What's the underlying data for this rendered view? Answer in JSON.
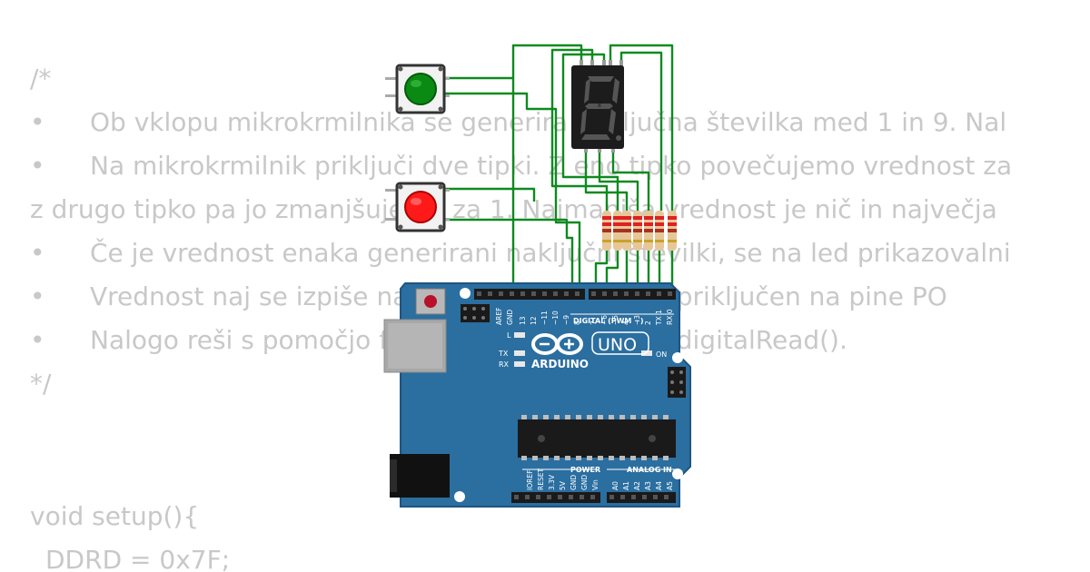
{
  "code": {
    "lines": [
      {
        "bullet": "",
        "text": "/*"
      },
      {
        "bullet": "•",
        "text": "Ob vklopu mikrokrmilnika se generira naključna številka med 1 in 9. Nal"
      },
      {
        "bullet": "•",
        "text": "Na mikrokrmilnik priključi dve tipki. Z eno tipko povečujemo vrednost za"
      },
      {
        "bullet": "",
        "text": "z drugo tipko pa jo zmanjšujemo za 1. Najmanjša vrednost je nič in največja"
      },
      {
        "bullet": "•",
        "text": "Če je vrednost enaka generirani naključni številki, se na led prikazovalni"
      },
      {
        "bullet": "•",
        "text": "Vrednost naj se izpiše na prikazovalniku, ki je priključen na pine PO"
      },
      {
        "bullet": "•",
        "text": "Nalogo reši s pomočjo funkcij digitalWrite() in digitalRead()."
      },
      {
        "bullet": "",
        "text": "*/"
      },
      {
        "bullet": "",
        "text": "void setup(){"
      },
      {
        "bullet": "",
        "text": "DDRD = 0x7F;"
      }
    ]
  },
  "board": {
    "brand": "ARDUINO",
    "model": "UNO",
    "label_digital": "DIGITAL (PWM ~)",
    "label_power": "POWER",
    "label_analog": "ANALOG IN",
    "label_on": "ON",
    "label_l": "L",
    "label_tx": "TX",
    "label_rx": "RX",
    "top_pins": [
      "AREF",
      "GND",
      "13",
      "12",
      "~11",
      "~10",
      "~9",
      "8",
      "7",
      "~6",
      "~5",
      "4",
      "~3",
      "2",
      "TX 1",
      "RX 0"
    ],
    "bottom_pins": [
      "IOREF",
      "RESET",
      "3.3V",
      "5V",
      "GND",
      "GND",
      "Vin",
      "A0",
      "A1",
      "A2",
      "A3",
      "A4",
      "A5"
    ]
  },
  "display": {
    "digit": "8"
  },
  "colors": {
    "board": "#2b6ea0",
    "wire": "#0d8a1f",
    "button_green": "#0a8a12",
    "button_red": "#ff1a1a",
    "code_text": "#c8c8c8"
  }
}
